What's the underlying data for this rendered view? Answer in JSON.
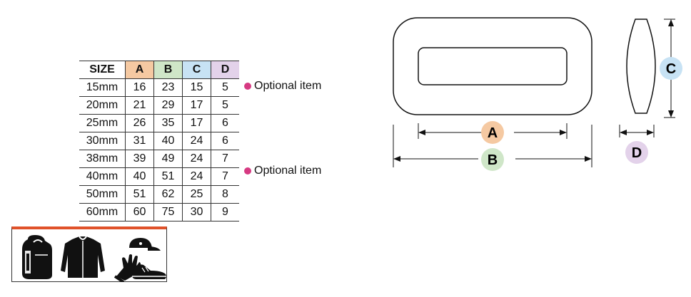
{
  "table": {
    "headers": [
      "SIZE",
      "A",
      "B",
      "C",
      "D"
    ],
    "header_colors": {
      "A": "#f5c9a2",
      "B": "#cfe6c8",
      "C": "#c7e2f4",
      "D": "#e3d2ea"
    },
    "rows": [
      [
        "15mm",
        "16",
        "23",
        "15",
        "5"
      ],
      [
        "20mm",
        "21",
        "29",
        "17",
        "5"
      ],
      [
        "25mm",
        "26",
        "35",
        "17",
        "6"
      ],
      [
        "30mm",
        "31",
        "40",
        "24",
        "6"
      ],
      [
        "38mm",
        "39",
        "49",
        "24",
        "7"
      ],
      [
        "40mm",
        "40",
        "51",
        "24",
        "7"
      ],
      [
        "50mm",
        "51",
        "62",
        "25",
        "8"
      ],
      [
        "60mm",
        "60",
        "75",
        "30",
        "9"
      ]
    ]
  },
  "optional_notes": [
    {
      "row": "15mm",
      "label": "Optional item"
    },
    {
      "row": "40mm",
      "label": "Optional item"
    }
  ],
  "optional_dot_color": "#d63a82",
  "usage_icons": [
    "backpack-icon",
    "jacket-icon",
    "cap-icon",
    "glove-icon",
    "shoe-icon"
  ],
  "usage_box_accent": "#e0522a",
  "diagram": {
    "labels": {
      "a": "A",
      "b": "B",
      "c": "C",
      "d": "D"
    }
  }
}
